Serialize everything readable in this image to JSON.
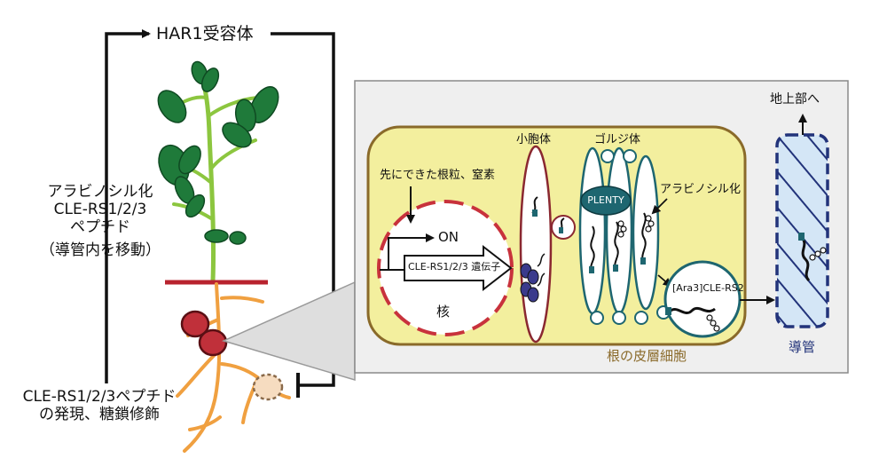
{
  "receptor_label": "HAR1受容体",
  "left_label": {
    "line1": "アラビノシル化",
    "line2": "CLE-RS1/2/3",
    "line3": "ペプチド",
    "line4": "（導管内を移動）"
  },
  "bottom_label": {
    "line1": "CLE-RS1/2/3ペプチド",
    "line2": "の発現、糖鎖修飾"
  },
  "cell": {
    "trigger_label": "先にできた根粒、窒素",
    "on_label": "ON",
    "gene_label": "CLE-RS1/2/3 遺伝子",
    "nucleus_label": "核",
    "er_label": "小胞体",
    "golgi_label": "ゴルジ体",
    "plenty_label": "PLENTY",
    "arabinosylation_label": "アラビノシル化",
    "vesicle_label": "[Ara3]CLE-RS2",
    "cell_label": "根の皮層細胞"
  },
  "xylem": {
    "top_label": "地上部へ",
    "bottom_label": "導管"
  },
  "colors": {
    "cell_fill": "#f3ef9e",
    "cell_border": "#8a6a2a",
    "panel_fill": "#efefef",
    "nucleus_red": "#c8323c",
    "golgi_teal": "#1e6670",
    "xylem_navy": "#22337a",
    "xylem_fill": "#d4e6f6",
    "root_orange": "#f0a040",
    "nodule_red": "#c0303a",
    "stem_green": "#8cc63f",
    "leaf_green": "#1f7a3a",
    "ground_red": "#b8232e",
    "protein_navy": "#3a3a8c"
  }
}
